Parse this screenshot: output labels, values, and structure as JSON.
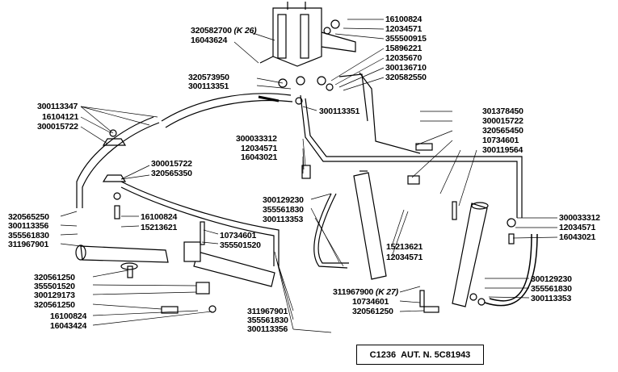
{
  "labels": {
    "l1": "16100824",
    "l2": "12034571",
    "l3": "355500915",
    "l4": "15896221",
    "l5": "12035670",
    "l6": "300136710",
    "l7": "320582550",
    "l8_code": "320582700",
    "l8_ref": "(K 26)",
    "l9": "16043624",
    "l10": "320573950",
    "l11": "300113351",
    "l12": "300113347",
    "l13": "16104121",
    "l14": "300015722",
    "l15": "300113351",
    "l16": "301378450",
    "l17": "300015722",
    "l18": "320565450",
    "l19": "10734601",
    "l20": "300119564",
    "l21": "300033312",
    "l22": "12034571",
    "l23": "16043021",
    "l24": "300015722",
    "l25": "320565350",
    "l26": "300129230",
    "l27": "355561830",
    "l28": "300113353",
    "l29": "320565250",
    "l30": "300113356",
    "l31": "355561830",
    "l32": "311967901",
    "l33": "16100824",
    "l34": "15213621",
    "l35": "10734601",
    "l36": "355501520",
    "l37": "15213621",
    "l38": "12034571",
    "l39": "300033312",
    "l40": "12034571",
    "l41": "16043021",
    "l42": "320561250",
    "l43": "355501520",
    "l44": "300129173",
    "l45": "320561250",
    "l46": "16100824",
    "l47": "16043424",
    "l48_code": "311967900",
    "l48_ref": "(K 27)",
    "l49": "10734601",
    "l50": "320561250",
    "l51": "311967901",
    "l52": "355561830",
    "l53": "300113356",
    "l54": "300129230",
    "l55": "355561830",
    "l56": "300113353"
  },
  "title_box": {
    "code": "C1236",
    "auth": "AUT. N. 5C81943"
  }
}
